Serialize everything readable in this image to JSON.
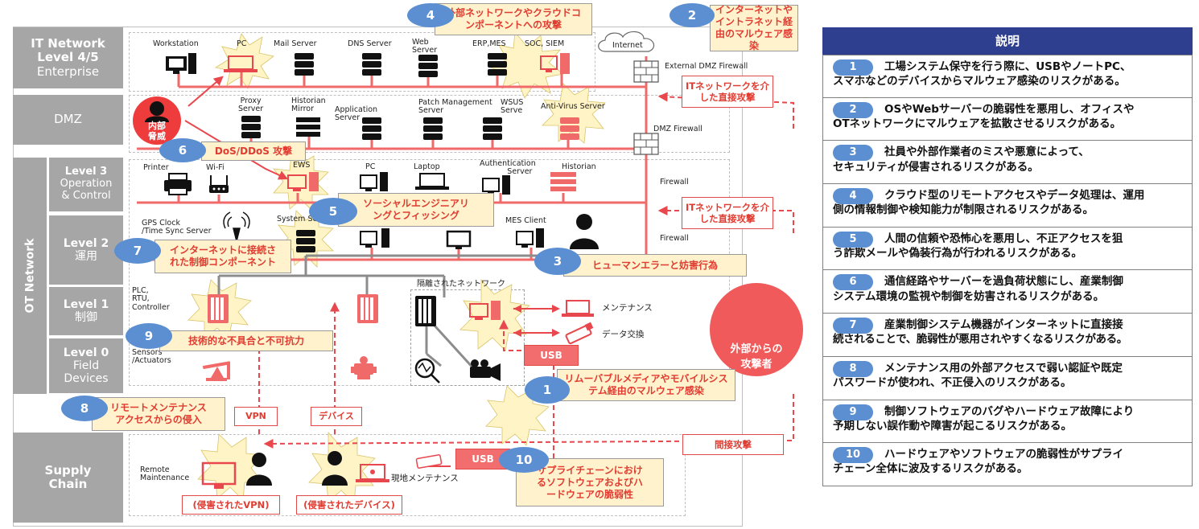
{
  "levels": {
    "it": {
      "title": "IT Network",
      "title2": "Level 4/5",
      "sub": "Enterprise"
    },
    "dmz": {
      "title": "DMZ"
    },
    "ot": {
      "title": "OT Network"
    },
    "l3": {
      "title": "Level 3",
      "sub": "Operation",
      "sub2": "& Control"
    },
    "l2": {
      "title": "Level 2",
      "sub": "運用"
    },
    "l1": {
      "title": "Level 1",
      "sub": "制御"
    },
    "l0": {
      "title": "Level 0",
      "sub": "Field",
      "sub2": "Devices"
    },
    "sc": {
      "title": "Supply",
      "title2": "Chain"
    }
  },
  "devices": {
    "workstation": "Workstation",
    "pc": "PC",
    "mail": "Mail Server",
    "dns": "DNS Server",
    "web": "Web",
    "web2": "Server",
    "erp": "ERP,MES",
    "soc": "SOC, SIEM",
    "internet": "Internet",
    "ext_fw": "External DMZ Firewall",
    "proxy": "Proxy",
    "proxy2": "Server",
    "historian_m": "Historian",
    "historian_m2": "Mirror",
    "app": "Application",
    "app2": "Server",
    "patch": "Patch Management",
    "patch2": "Server",
    "wsus": "WSUS",
    "wsus2": "Serve",
    "av": "Anti-Virus Server",
    "dmz_fw": "DMZ Firewall",
    "printer": "Printer",
    "wifi": "Wi-Fi",
    "ews": "EWS",
    "pc3": "PC",
    "laptop": "Laptop",
    "auth": "Authentication",
    "auth2": "Server",
    "historian": "Historian",
    "firewall1": "Firewall",
    "gps": "GPS Clock",
    "gps2": "/Time Sync Server",
    "system": "System Ser",
    "mes": "MES Client",
    "firewall2": "Firewall",
    "plc": "PLC,",
    "plc2": "RTU,",
    "plc3": "Controller",
    "isolated": "隔離されたネットワーク",
    "maint": "メンテナンス",
    "data_ex": "データ交換",
    "sensors": "Sensors",
    "sensors2": "/Actuators",
    "remote": "Remote",
    "remote2": "Maintenance",
    "onsite": "現地メンテナンス"
  },
  "callouts": {
    "c1": "リムーバブルメディアやモバイルシステム経由のマルウェア感染",
    "c2": "インターネットやイントラネット経由のマルウェア感染",
    "c3": "ヒューマンエラーと妨害行為",
    "c4": "外部ネットワークやクラウドコンポーネントへの攻撃",
    "c5": "ソーシャルエンジニアリングとフィッシング",
    "c6": "DoS/DDoS 攻撃",
    "c7": "インターネットに接続された制御コンポーネント",
    "c8": "リモートメンテナンスアクセスからの侵入",
    "c9": "技術的な不具合と不可抗力",
    "c10": "サプライチェーンにおけるソフトウェアおよびハードウェアの脆弱性"
  },
  "nums": [
    "1",
    "2",
    "3",
    "4",
    "5",
    "6",
    "7",
    "8",
    "9",
    "10"
  ],
  "tags": {
    "it_attack1": "ITネットワークを介した直接攻撃",
    "it_attack2": "ITネットワークを介した直接攻撃",
    "indirect": "間接攻撃",
    "usb1": "USB",
    "usb2": "USB",
    "vpn": "VPN",
    "device": "デバイス",
    "vpn_comp": "(侵害されたVPN)",
    "dev_comp": "(侵害されたデバイス)",
    "insider": "内部",
    "insider2": "脅威",
    "attacker": "外部からの",
    "attacker2": "攻撃者"
  },
  "panel": {
    "title": "説明",
    "rows": [
      {
        "n": "1",
        "t1": "工場システム保守を行う際に、USBやノートPC、",
        "t2": "スマホなどのデバイスからマルウェア感染のリスクがある。"
      },
      {
        "n": "2",
        "t1": "OSやWebサーバーの脆弱性を悪用し、オフィスや",
        "t2": "OTネットワークにマルウェアを拡散させるリスクがある。"
      },
      {
        "n": "3",
        "t1": "社員や外部作業者のミスや悪意によって、",
        "t2": "セキュリティが侵害されるリスクがある。"
      },
      {
        "n": "4",
        "t1": "クラウド型のリモートアクセスやデータ処理は、運用",
        "t2": "側の情報制御や検知能力が制限されるリスクがある。"
      },
      {
        "n": "5",
        "t1": "人間の信頼や恐怖心を悪用し、不正アクセスを狙",
        "t2": "う詐欺メールや偽装行為が行われるリスクがある。"
      },
      {
        "n": "6",
        "t1": "通信経路やサーバーを過負荷状態にし、産業制御",
        "t2": "システム環境の監視や制御を妨害されるリスクがある。"
      },
      {
        "n": "7",
        "t1": "産業制御システム機器がインターネットに直接接",
        "t2": "続されることで、脆弱性が悪用されやすくなるリスクがある。"
      },
      {
        "n": "8",
        "t1": "メンテナンス用の外部アクセスで弱い認証や既定",
        "t2": "パスワードが使われ、不正侵入のリスクがある。"
      },
      {
        "n": "9",
        "t1": "制御ソフトウェアのバグやハードウェア故障により",
        "t2": "予期しない誤作動や障害が起こるリスクがある。"
      },
      {
        "n": "10",
        "t1": "ハードウェアやソフトウェアの脆弱性がサプライ",
        "t2": "チェーン全体に波及するリスクがある。"
      }
    ]
  }
}
